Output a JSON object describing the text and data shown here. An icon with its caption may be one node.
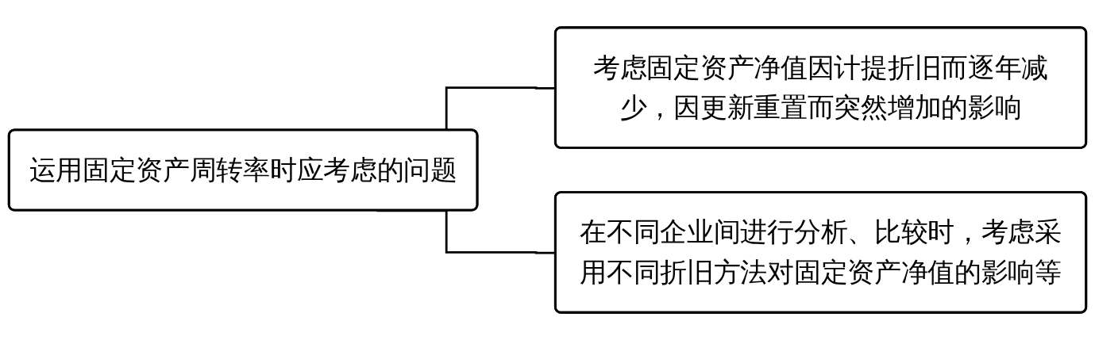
{
  "diagram": {
    "nodes": [
      {
        "text": [
          "运用固定资产周转率时应考虑的问题"
        ]
      },
      {
        "text": [
          "考虑固定资产净值因计提折旧而逐年减少，因更新重置而突然增加的影响"
        ]
      },
      {
        "text": [
          "在不同企业间进行分析、比较时，考虑采用不同折旧方法对固定资产净值的影响等"
        ]
      }
    ],
    "edges": [
      {
        "from": 0,
        "to": 1,
        "arrow": "none"
      },
      {
        "from": 0,
        "to": 2,
        "arrow": "none"
      }
    ]
  }
}
